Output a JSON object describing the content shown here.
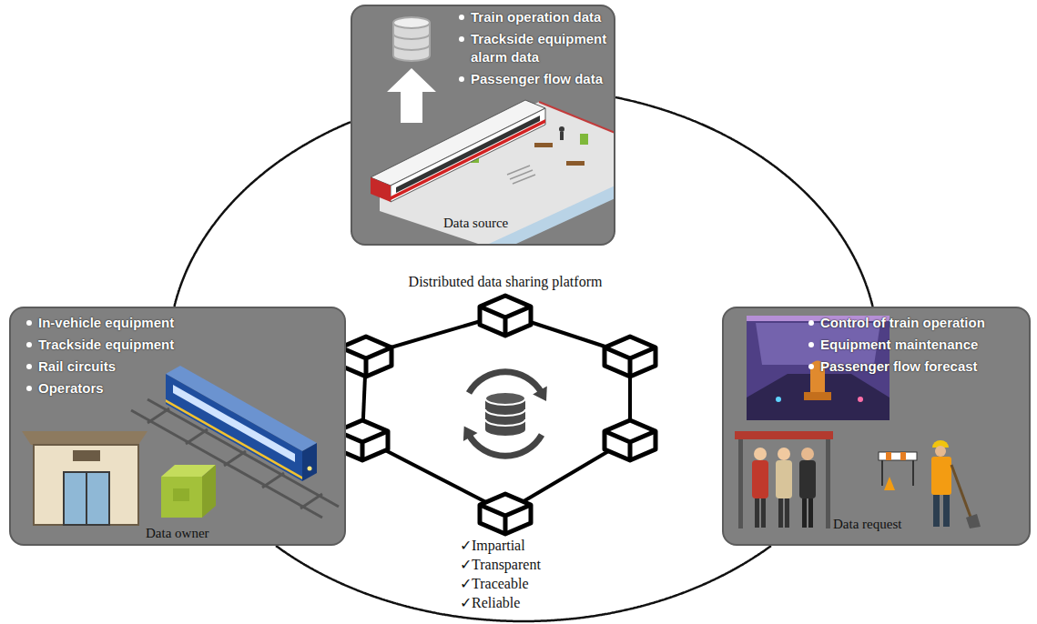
{
  "diagram": {
    "nodes": [
      {
        "text": [
          "Train operation data",
          "Trackside equipment alarm data",
          "Passenger flow data",
          "Data source"
        ]
      },
      {
        "text": [
          "In-vehicle equipment",
          "Trackside equipment",
          "Rail circuits",
          "Operators",
          "Data owner"
        ]
      },
      {
        "text": [
          "Control of train operation",
          "Equipment maintenance",
          "Passenger flow forecast",
          "Data request"
        ]
      }
    ],
    "edges": [
      {
        "from": 0,
        "to": 1,
        "arrow": "none"
      },
      {
        "from": 1,
        "to": 2,
        "arrow": "none"
      },
      {
        "from": 2,
        "to": 0,
        "arrow": "none"
      }
    ],
    "labels": [
      "Distributed data sharing platform",
      "✓Impartial",
      "✓Transparent",
      "✓Traceable",
      "✓Reliable"
    ]
  }
}
